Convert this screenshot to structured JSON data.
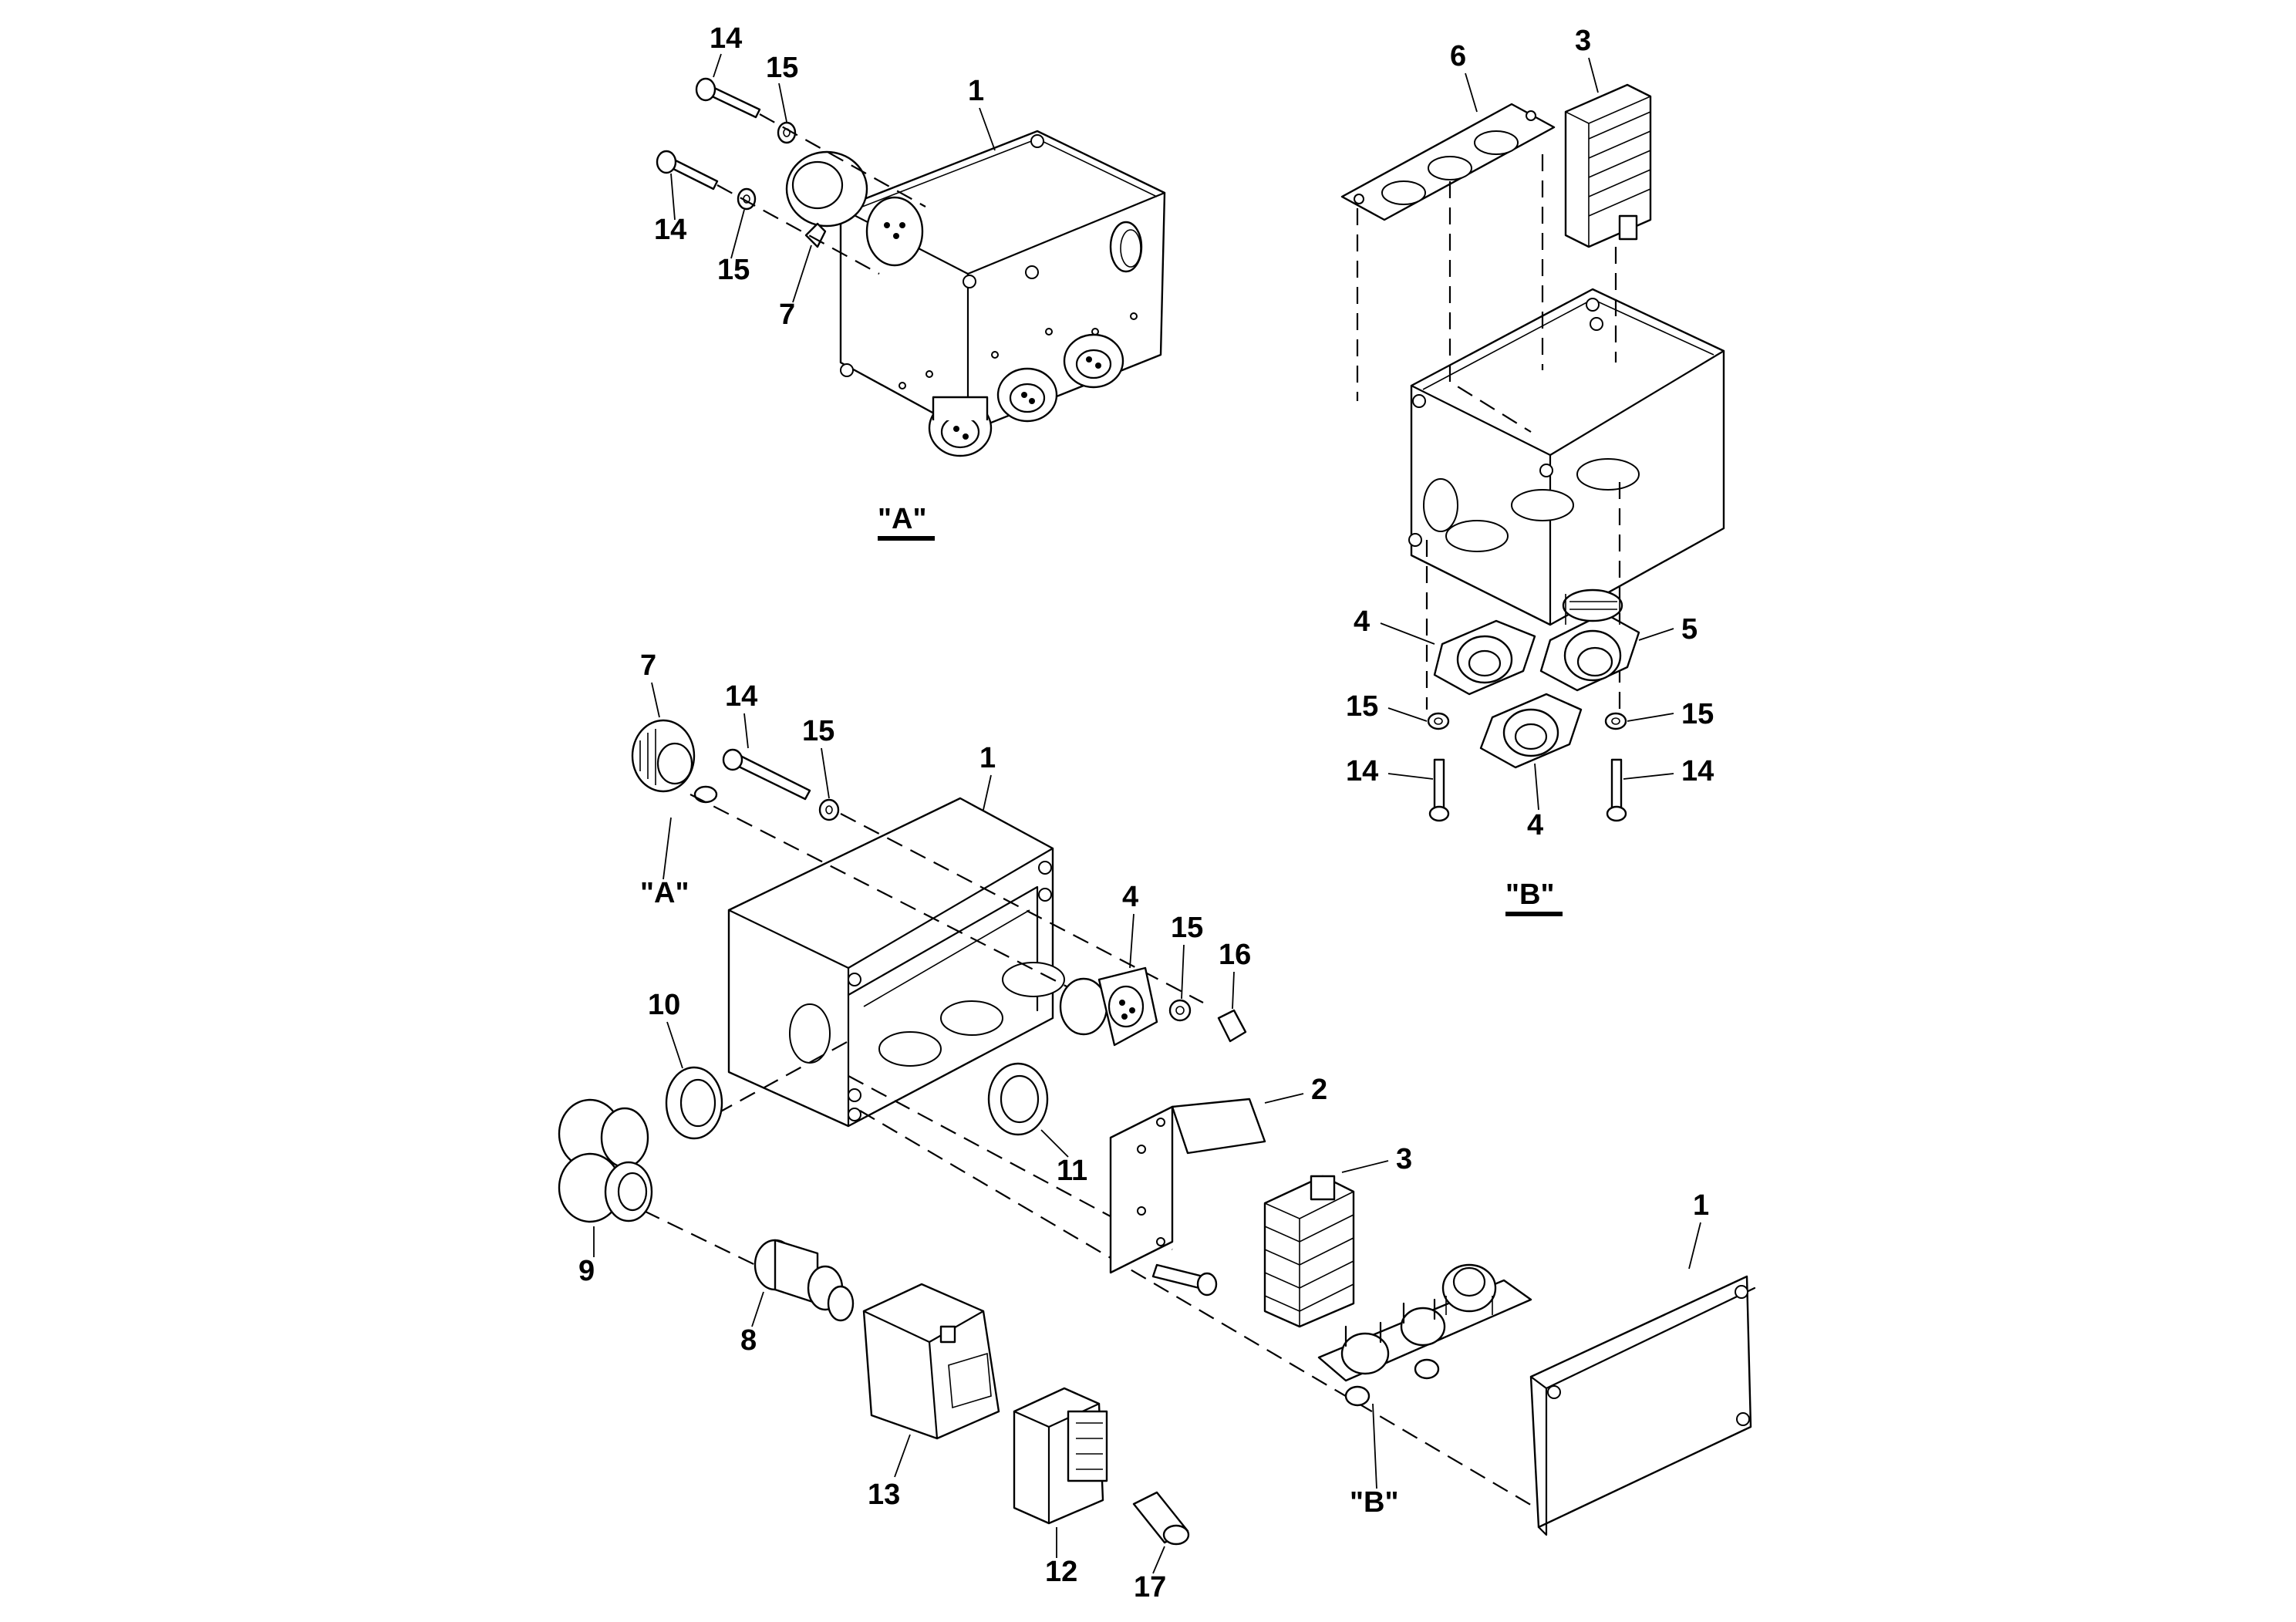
{
  "views": {
    "A": {
      "title": "\"A\""
    },
    "B": {
      "title": "\"B\""
    }
  },
  "callouts": {
    "a_14_top": "14",
    "a_15_top": "15",
    "a_1": "1",
    "a_14_bot": "14",
    "a_15_bot": "15",
    "a_7": "7",
    "b_6": "6",
    "b_3": "3",
    "b_4_left": "4",
    "b_5": "5",
    "b_15_left": "15",
    "b_15_right": "15",
    "b_14_left": "14",
    "b_14_right": "14",
    "b_4_bot": "4",
    "m_7": "7",
    "m_14": "14",
    "m_15": "15",
    "m_1": "1",
    "m_ref_A": "\"A\"",
    "m_4": "4",
    "m_15_b": "15",
    "m_16": "16",
    "m_10": "10",
    "m_2": "2",
    "m_11": "11",
    "m_3": "3",
    "m_1_cover": "1",
    "m_9": "9",
    "m_8": "8",
    "m_13": "13",
    "m_ref_B": "\"B\"",
    "m_12": "12",
    "m_17": "17"
  }
}
